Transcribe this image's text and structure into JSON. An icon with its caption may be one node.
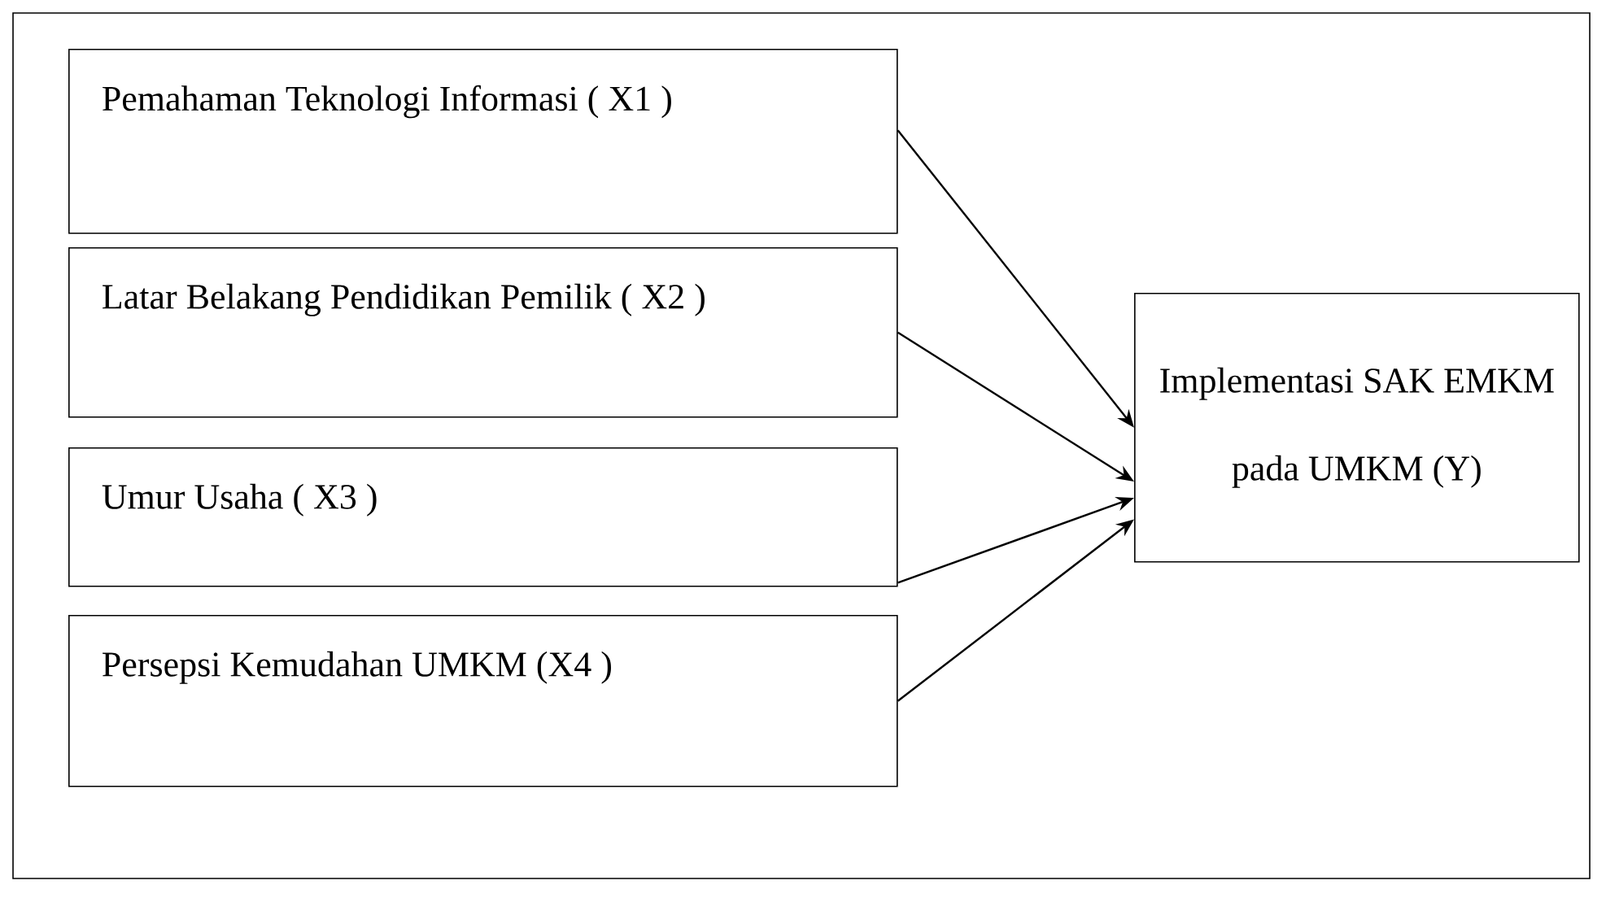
{
  "diagram": {
    "nodes": [
      {
        "text": [
          "Pemahaman Teknologi Informasi ( X1 )"
        ]
      },
      {
        "text": [
          "Latar Belakang Pendidikan Pemilik ( X2 )"
        ]
      },
      {
        "text": [
          "Umur Usaha ( X3 )"
        ]
      },
      {
        "text": [
          "Persepsi Kemudahan UMKM (X4 )"
        ]
      },
      {
        "text": [
          "Implementasi SAK EMKM pada UMKM (Y)"
        ]
      }
    ],
    "edges": [
      {
        "from": 0,
        "to": 4,
        "arrow": "to"
      },
      {
        "from": 1,
        "to": 4,
        "arrow": "to"
      },
      {
        "from": 2,
        "to": 4,
        "arrow": "to"
      },
      {
        "from": 3,
        "to": 4,
        "arrow": "to"
      }
    ]
  }
}
